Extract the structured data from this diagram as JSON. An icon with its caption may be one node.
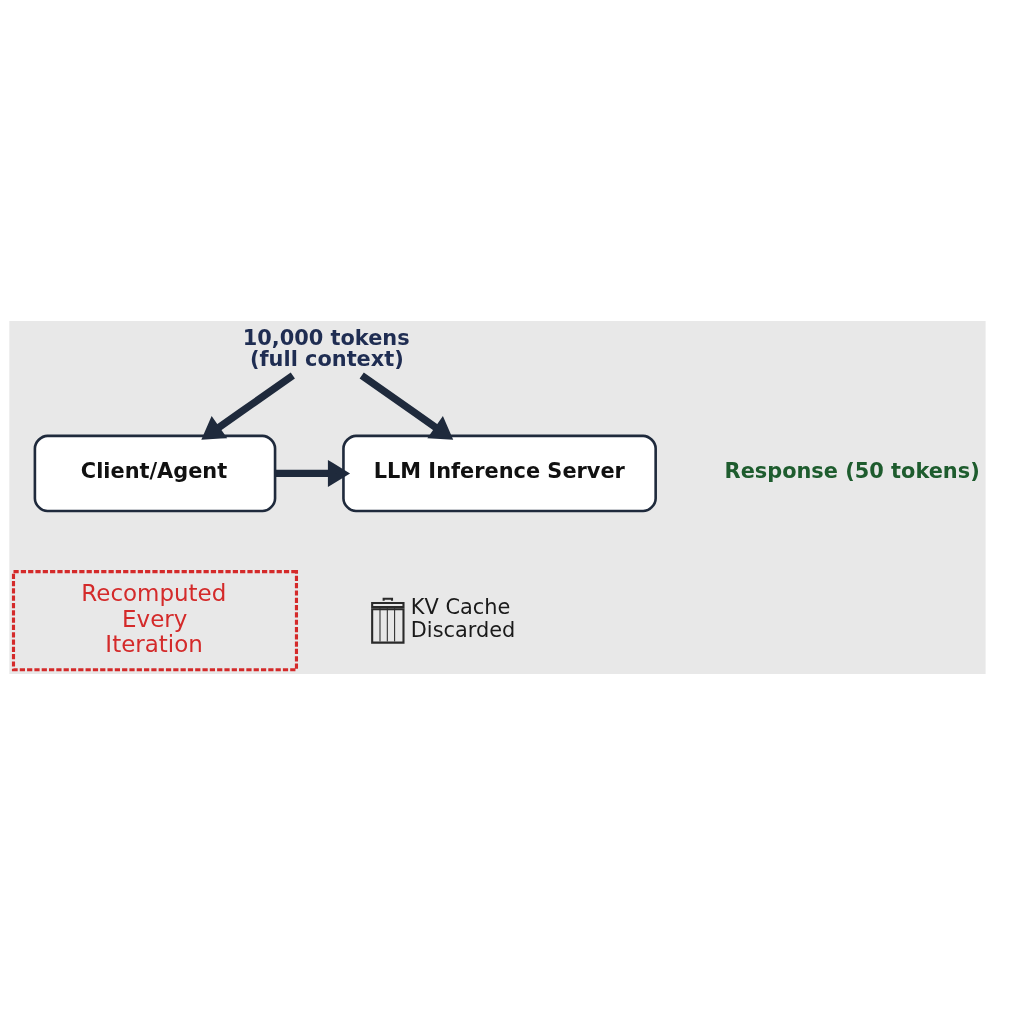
{
  "diagram": {
    "nodes": [
      {
        "text": [
          "10,000 tokens (full context)"
        ]
      },
      {
        "text": [
          "Client/Agent"
        ]
      },
      {
        "text": [
          "LLM Inference Server"
        ],
        "beside": [
          "Response (50 tokens)"
        ]
      },
      {
        "text": [
          "Recomputed Every Iteration"
        ]
      }
    ],
    "edges": [
      {
        "from": 0,
        "to": 1,
        "arrow": "to"
      },
      {
        "from": 0,
        "to": 2,
        "arrow": "to"
      },
      {
        "from": 1,
        "to": 2,
        "arrow": "to"
      }
    ],
    "labels": [
      "KV Cache Discarded"
    ]
  }
}
